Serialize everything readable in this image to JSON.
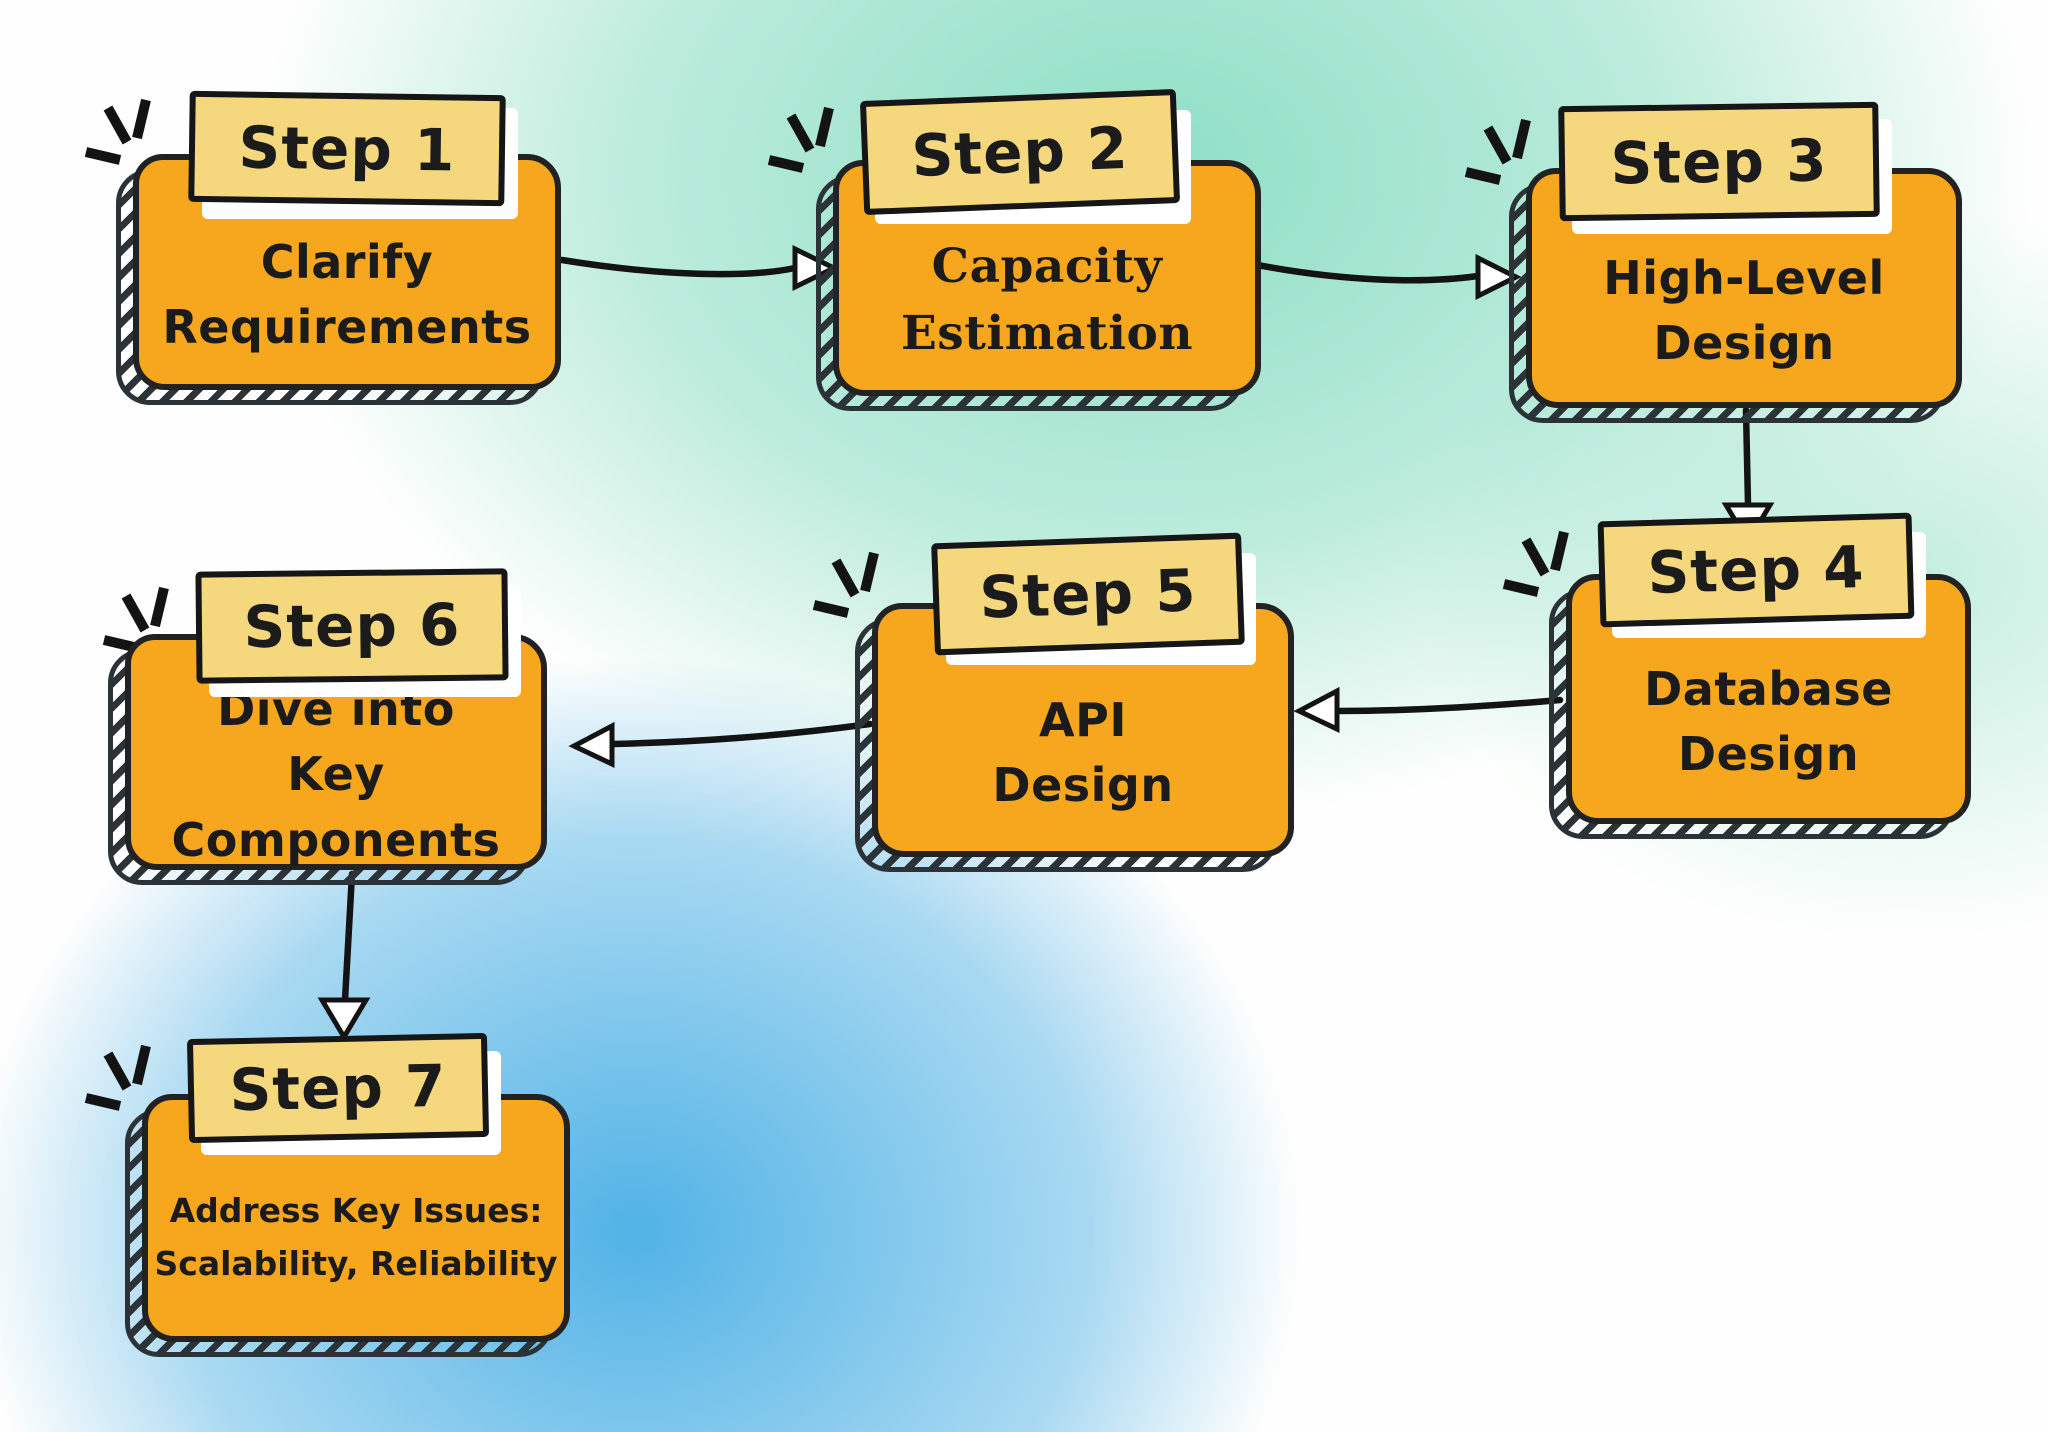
{
  "steps": [
    {
      "label": "Step 1",
      "line1": "Clarify",
      "line2": "Requirements"
    },
    {
      "label": "Step 2",
      "line1": "Capacity",
      "line2": "Estimation"
    },
    {
      "label": "Step 3",
      "line1": "High-Level",
      "line2": "Design"
    },
    {
      "label": "Step 4",
      "line1": "Database",
      "line2": "Design"
    },
    {
      "label": "Step 5",
      "line1": "API",
      "line2": "Design"
    },
    {
      "label": "Step 6",
      "line1": "Dive into",
      "line2": "Key Components"
    },
    {
      "label": "Step 7",
      "line1": "Address Key Issues:",
      "line2": "Scalability, Reliability"
    }
  ],
  "connections": [
    {
      "from": "Step 1",
      "to": "Step 2",
      "direction": "right"
    },
    {
      "from": "Step 2",
      "to": "Step 3",
      "direction": "right"
    },
    {
      "from": "Step 3",
      "to": "Step 4",
      "direction": "down"
    },
    {
      "from": "Step 4",
      "to": "Step 5",
      "direction": "left"
    },
    {
      "from": "Step 5",
      "to": "Step 6",
      "direction": "left"
    },
    {
      "from": "Step 6",
      "to": "Step 7",
      "direction": "down"
    }
  ],
  "colors": {
    "card_fill": "#F6A71D",
    "label_fill": "#F5D87E",
    "outline": "#1C1C1C",
    "shadow_hatch": "#2B3338",
    "background_teal": "#88DDC2",
    "background_blue": "#42ACE4",
    "background_white": "#FFFFFF",
    "arrow": "#131313"
  },
  "icons": {
    "sparkle": "three hand-drawn emphasis strokes at top-left of each card"
  }
}
